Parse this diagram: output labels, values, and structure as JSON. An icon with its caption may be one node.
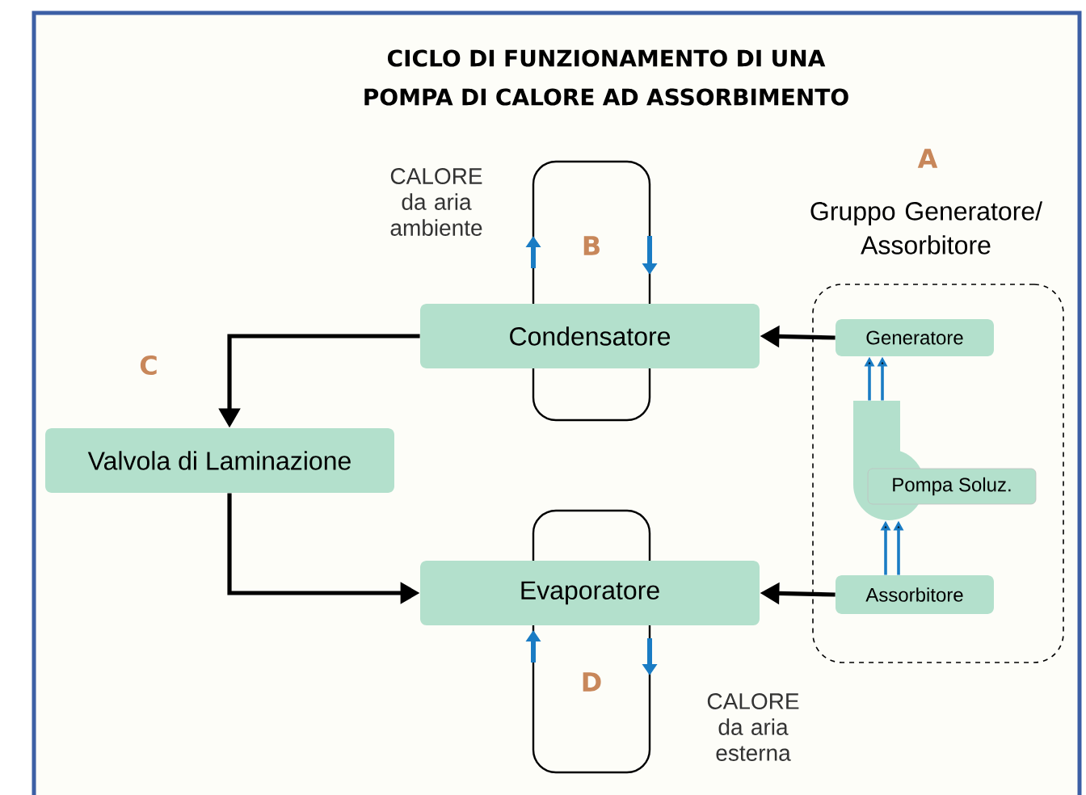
{
  "diagram": {
    "title": "CICLO DI FUNZIONAMENTO DI UNA POMPA DI CALORE AD ASSORBIMENTO",
    "nodes": [
      {
        "text": [
          "B"
        ],
        "beside": [
          "CALORE da aria ambiente"
        ]
      },
      {
        "text": [
          "A",
          "Gruppo Generatore/ Assorbitore"
        ]
      },
      {
        "text": [
          "Condensatore"
        ]
      },
      {
        "text": [
          "Generatore"
        ],
        "in": 1
      },
      {
        "text": [
          "Pompa Soluz."
        ],
        "in": 1
      },
      {
        "text": [
          "Valvola di Laminazione"
        ]
      },
      {
        "text": [
          "D"
        ],
        "beside": [
          "CALORE da aria esterna"
        ]
      },
      {
        "text": [
          "Evaporatore"
        ]
      },
      {
        "text": [
          "Assorbitore"
        ],
        "in": 1
      }
    ],
    "edges": [
      {
        "from": 3,
        "to": 2,
        "arrow": "to"
      },
      {
        "from": 2,
        "to": 5,
        "arrow": "to"
      },
      {
        "from": 5,
        "to": 7,
        "arrow": "to"
      },
      {
        "from": 8,
        "to": 7,
        "arrow": "to"
      },
      {
        "from": 8,
        "to": 4,
        "arrow": "to",
        "color": "#1a7cc4"
      },
      {
        "from": 4,
        "to": 3,
        "arrow": "to",
        "color": "#1a7cc4"
      }
    ],
    "labels": [
      "C"
    ]
  }
}
